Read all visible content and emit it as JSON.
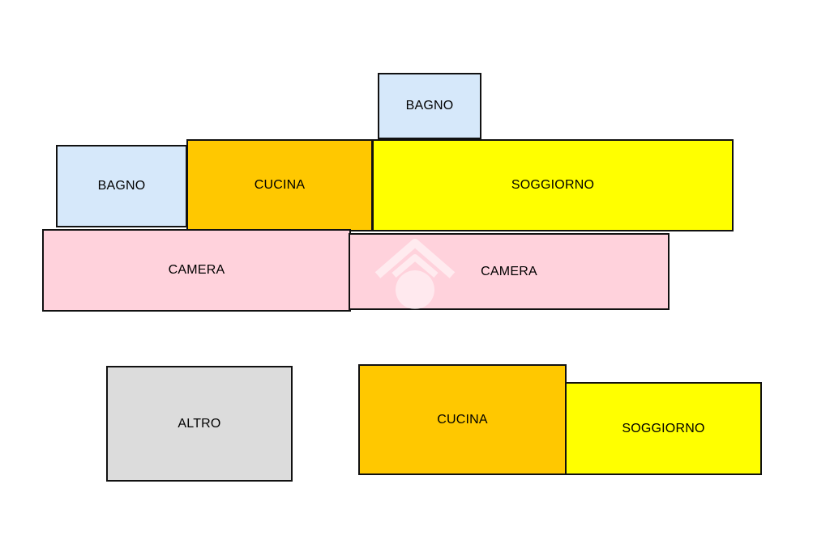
{
  "rooms": {
    "bagno_top": {
      "label": "BAGNO",
      "color": "#d6e8fa"
    },
    "bagno_left": {
      "label": "BAGNO",
      "color": "#d6e8fa"
    },
    "cucina_top": {
      "label": "CUCINA",
      "color": "#ffc800"
    },
    "soggiorno_top": {
      "label": "SOGGIORNO",
      "color": "#ffff00"
    },
    "camera_left": {
      "label": "CAMERA",
      "color": "#ffd2dc"
    },
    "camera_right": {
      "label": "CAMERA",
      "color": "#ffd2dc"
    },
    "altro": {
      "label": "ALTRO",
      "color": "#dcdcdc"
    },
    "cucina_bottom": {
      "label": "CUCINA",
      "color": "#ffc800"
    },
    "soggiorno_bottom": {
      "label": "SOGGIORNO",
      "color": "#ffff00"
    }
  },
  "watermark": {
    "icon": "house-logo-icon",
    "color": "#ffffff"
  }
}
